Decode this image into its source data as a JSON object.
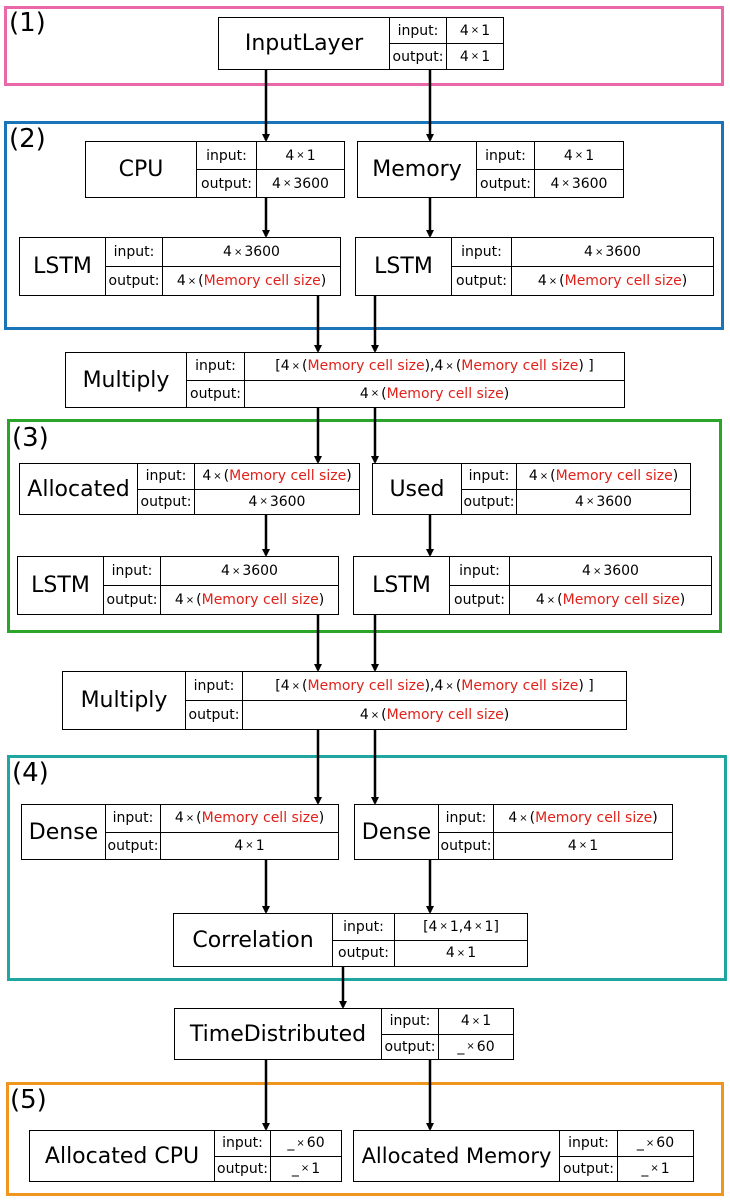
{
  "groups": [
    {
      "id": "g1",
      "label": "(1)",
      "color": "#e868a8"
    },
    {
      "id": "g2",
      "label": "(2)",
      "color": "#1a75b8"
    },
    {
      "id": "g3",
      "label": "(3)",
      "color": "#2aa52a"
    },
    {
      "id": "g4",
      "label": "(4)",
      "color": "#20a6a0"
    },
    {
      "id": "g5",
      "label": "(5)",
      "color": "#f0961e"
    }
  ],
  "labels": {
    "input": "input:",
    "output": "output:"
  },
  "symbols": {
    "times": "×",
    "mcs": "Memory cell size",
    "four": "4",
    "one": "1",
    "n3600": "3600",
    "n60": "60",
    "blank": "_"
  },
  "nodes": {
    "inputlayer": {
      "name": "InputLayer"
    },
    "cpu": {
      "name": "CPU"
    },
    "memory": {
      "name": "Memory"
    },
    "lstm1": {
      "name": "LSTM"
    },
    "lstm2": {
      "name": "LSTM"
    },
    "multiply1": {
      "name": "Multiply"
    },
    "allocated": {
      "name": "Allocated"
    },
    "used": {
      "name": "Used"
    },
    "lstm3": {
      "name": "LSTM"
    },
    "lstm4": {
      "name": "LSTM"
    },
    "multiply2": {
      "name": "Multiply"
    },
    "dense1": {
      "name": "Dense"
    },
    "dense2": {
      "name": "Dense"
    },
    "correlation": {
      "name": "Correlation"
    },
    "timedistributed": {
      "name": "TimeDistributed"
    },
    "alloc_cpu": {
      "name": "Allocated CPU"
    },
    "alloc_mem": {
      "name": "Allocated Memory"
    }
  }
}
